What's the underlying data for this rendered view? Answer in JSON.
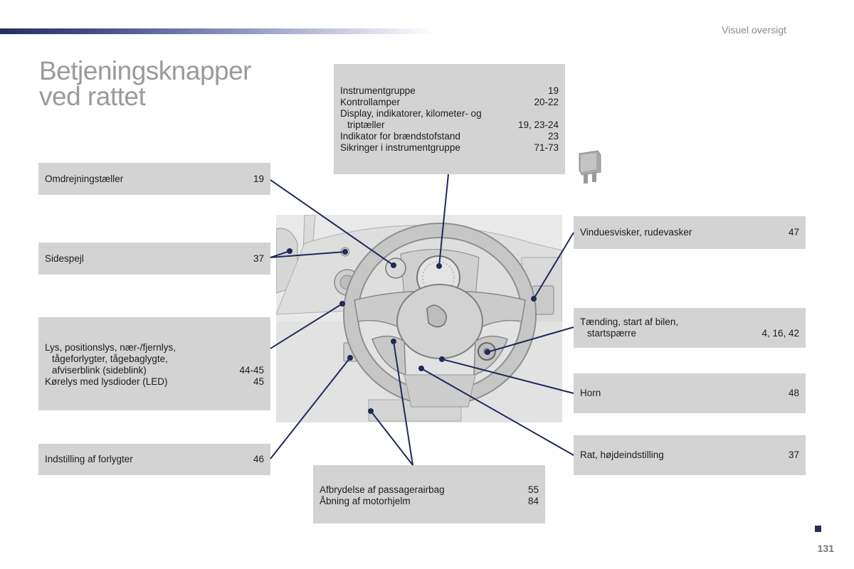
{
  "header": {
    "section_label": "Visuel oversigt",
    "title_line1": "Betjeningsknapper",
    "title_line2": "ved rattet"
  },
  "boxes": {
    "instruments": {
      "rows": [
        {
          "label": "Instrumentgruppe",
          "page": "19"
        },
        {
          "label": "Kontrollamper",
          "page": "20-22"
        },
        {
          "label": "Display, indikatorer, kilometer- og",
          "page": ""
        },
        {
          "label": "triptæller",
          "page": "19, 23-24"
        },
        {
          "label": "Indikator for brændstofstand",
          "page": "23"
        },
        {
          "label": "Sikringer i instrumentgruppe",
          "page": "71-73"
        }
      ]
    },
    "rev_counter": {
      "label": "Omdrejningstæller",
      "page": "19"
    },
    "mirrors": {
      "label": "Sidespejl",
      "page": "37"
    },
    "lights": {
      "rows": [
        {
          "label": "Lys, positionslys, nær-/fjernlys,",
          "page": ""
        },
        {
          "label": "tågeforlygter, tågebaglygte,",
          "page": ""
        },
        {
          "label": "afviserblink (sideblink)",
          "page": "44-45"
        },
        {
          "label": "Kørelys med lysdioder (LED)",
          "page": "45"
        }
      ]
    },
    "headlamp_adjust": {
      "label": "Indstilling af forlygter",
      "page": "46"
    },
    "airbag_bonnet": {
      "rows": [
        {
          "label": "Afbrydelse af passagerairbag",
          "page": "55"
        },
        {
          "label": "Åbning af motorhjelm",
          "page": "84"
        }
      ]
    },
    "wipers": {
      "label": "Vinduesvisker, rudevasker",
      "page": "47"
    },
    "ignition": {
      "rows": [
        {
          "label": "Tænding, start af bilen,",
          "page": ""
        },
        {
          "label": "startspærre",
          "page": "4, 16, 42"
        }
      ]
    },
    "horn": {
      "label": "Horn",
      "page": "48"
    },
    "steering": {
      "label": "Rat, højdeindstilling",
      "page": "37"
    }
  },
  "footer": {
    "page_number": "131"
  },
  "colors": {
    "accent": "#262e5c",
    "box_bg": "#d3d3d3",
    "title_gray": "#9a9a9a",
    "line": "#1f2a5a"
  }
}
